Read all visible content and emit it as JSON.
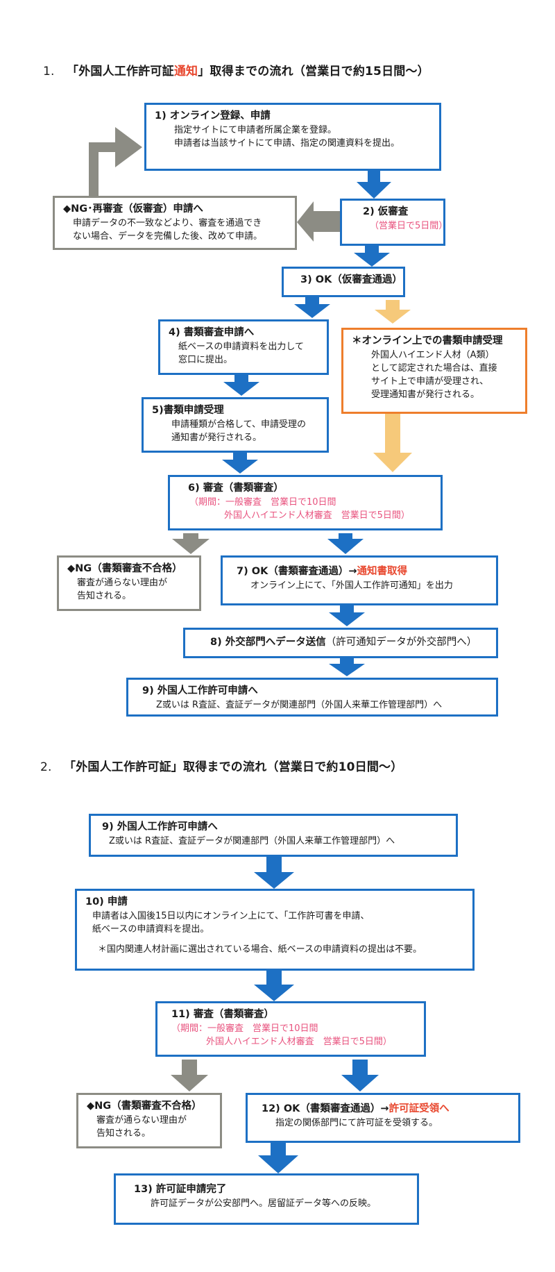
{
  "section1": {
    "number": "1.",
    "title_pre": "「外国人工作許可証",
    "title_red": "通知",
    "title_post": "」取得までの流れ（営業日で約15日間〜）",
    "steps": {
      "s1": {
        "title": "1) オンライン登録、申請",
        "lines": [
          "指定サイトにて申請者所属企業を登録。",
          "申請者は当該サイトにて申請、指定の関連資料を提出。"
        ]
      },
      "s2": {
        "title": "2) 仮審査",
        "note": "（営業日で5日間）"
      },
      "ng_pre": {
        "title": "◆NG･再審査（仮審査）申請へ",
        "lines": [
          "申請データの不一致などより、審査を通過でき",
          "ない場合、データを完備した後、改めて申請。"
        ]
      },
      "s3": {
        "title": "3) OK（仮審査通過）"
      },
      "s4": {
        "title": "4) 書類審査申請へ",
        "lines": [
          "紙ベースの申請資料を出力して",
          "窓口に提出。"
        ]
      },
      "online": {
        "title": "＊オンライン上での書類申請受理",
        "lines": [
          "外国人ハイエンド人材（A類）",
          "として認定された場合は、直接",
          "サイト上で申請が受理され、",
          "受理通知書が発行される。"
        ]
      },
      "s5": {
        "title": "5)書類申請受理",
        "lines": [
          "申請種類が合格して、申請受理の",
          "通知書が発行される。"
        ]
      },
      "s6": {
        "title": "6) 審査（書類審査）",
        "period1": "（期間：一般審査　営業日で10日間",
        "period2": "外国人ハイエンド人材審査　営業日で5日間）"
      },
      "ng_doc": {
        "title": "◆NG（書類審査不合格）",
        "lines": [
          "審査が通らない理由が",
          "告知される。"
        ]
      },
      "s7": {
        "title_pre": "7) OK（書類審査通過）→",
        "title_red": "通知書取得",
        "line": "オンライン上にて、「外国人工作許可通知」を出力"
      },
      "s8": {
        "title": "8) 外交部門へデータ送信",
        "note": "（許可通知データが外交部門へ）"
      },
      "s9": {
        "title": "9) 外国人工作許可申請へ",
        "line": "Z或いは R査証、査証データが関連部門（外国人来華工作管理部門）へ"
      }
    }
  },
  "section2": {
    "number": "2.",
    "title": "「外国人工作許可証」取得までの流れ（営業日で約10日間〜）",
    "steps": {
      "s9": {
        "title": "9) 外国人工作許可申請へ",
        "line": "Z或いは R査証、査証データが関連部門（外国人来華工作管理部門）へ"
      },
      "s10": {
        "title": "10) 申請",
        "lines": [
          "申請者は入国後15日以内にオンライン上にて、「工作許可書を申請、",
          "紙ベースの申請資料を提出。"
        ],
        "note": "＊国内関連人材計画に選出されている場合、紙ベースの申請資料の提出は不要。"
      },
      "s11": {
        "title": "11) 審査（書類審査）",
        "period1": "（期間：一般審査　営業日で10日間",
        "period2": "外国人ハイエンド人材審査　営業日で5日間）"
      },
      "ng_doc": {
        "title": "◆NG（書類審査不合格）",
        "lines": [
          "審査が通らない理由が",
          "告知される。"
        ]
      },
      "s12": {
        "title_pre": "12) OK（書類審査通過）→",
        "title_red": "許可証受領へ",
        "line": "指定の関係部門にて許可証を受領する。"
      },
      "s13": {
        "title": "13) 許可証申請完了",
        "line": "許可証データが公安部門へ。居留証データ等への反映。"
      }
    }
  },
  "colors": {
    "blue": "#1d70c4",
    "gray": "#8c8c84",
    "orange": "#ee7e2c",
    "light_orange": "#f6c97a",
    "red": "#e8472e",
    "pink": "#e8527e"
  }
}
